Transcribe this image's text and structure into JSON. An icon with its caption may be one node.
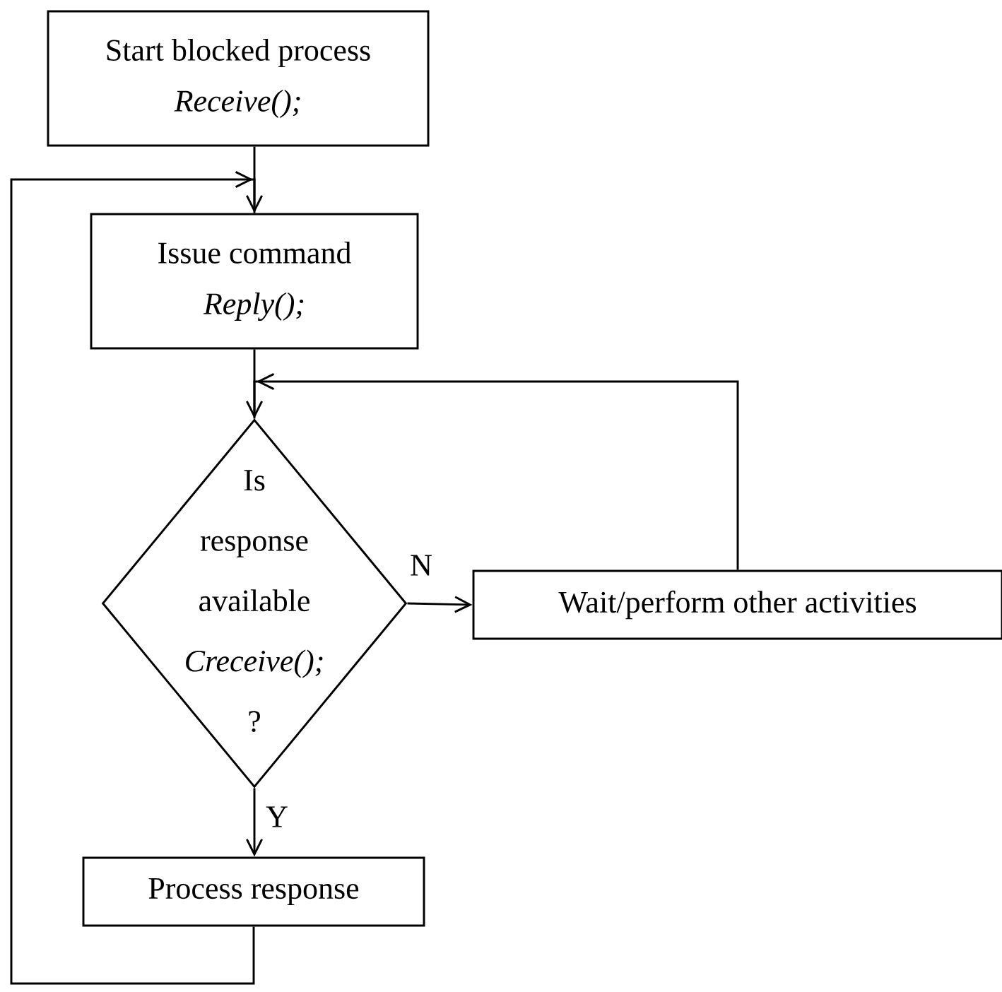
{
  "diagram": {
    "nodes": [
      {
        "text": [
          "Start blocked process",
          "Receive();"
        ]
      },
      {
        "text": [
          "Issue command",
          "Reply();"
        ]
      },
      {
        "text": [
          "Is response available",
          "Creceive();",
          "?"
        ]
      },
      {
        "text": [
          "Wait/perform other activities"
        ]
      },
      {
        "text": [
          "Process response"
        ]
      }
    ],
    "edges": [
      {
        "from": 0,
        "to": 1,
        "arrow": "to"
      },
      {
        "from": 1,
        "to": 2,
        "arrow": "to"
      },
      {
        "from": 2,
        "to": 3,
        "arrow": "to",
        "label": "N"
      },
      {
        "from": 2,
        "to": 4,
        "arrow": "to",
        "label": "Y"
      },
      {
        "from": 3,
        "to": 2,
        "arrow": "to"
      },
      {
        "from": 4,
        "to": 1,
        "arrow": "to"
      }
    ]
  }
}
